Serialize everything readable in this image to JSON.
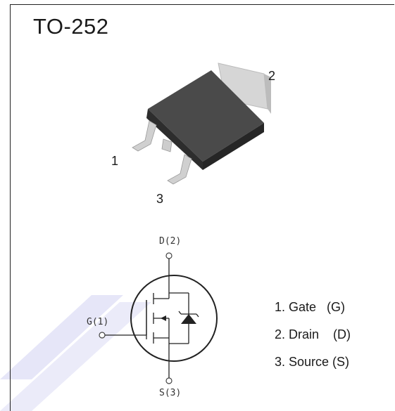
{
  "package_name": "TO-252",
  "package_pins": {
    "pin1": "1",
    "pin2": "2",
    "pin3": "3"
  },
  "schematic": {
    "drain_label": "D(2)",
    "gate_label": "G(1)",
    "source_label": "S(3)"
  },
  "legend": [
    "1. Gate   (G)",
    "2. Drain    (D)",
    "3. Source (S)"
  ],
  "colors": {
    "package_body": "#3a3a3a",
    "package_top": "#4a4a4a",
    "tab_metal": "#d9d9d9",
    "lead_metal": "#cfcfcf",
    "watermark": "#dcdcf5"
  }
}
